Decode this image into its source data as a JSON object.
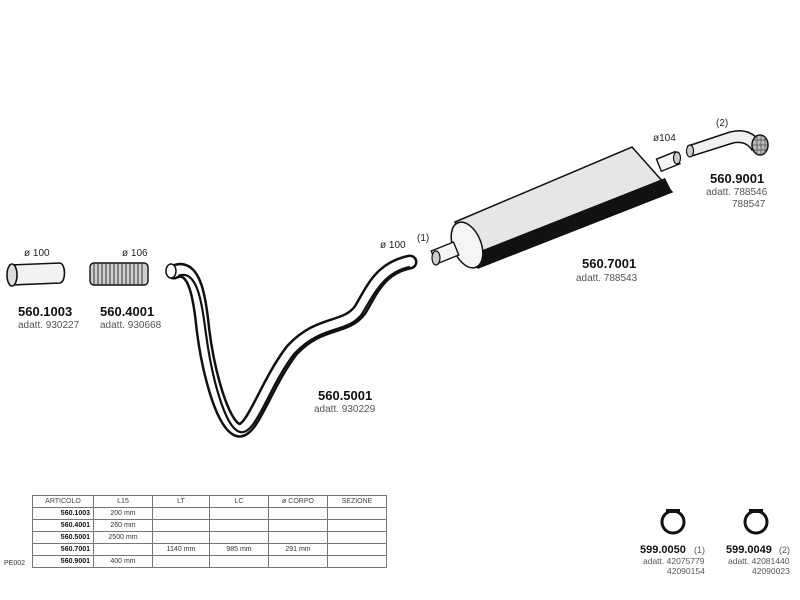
{
  "parts": {
    "p1003": {
      "code": "560.1003",
      "adatt": "adatt. 930227",
      "dim": "ø 100"
    },
    "p4001": {
      "code": "560.4001",
      "adatt": "adatt. 930668",
      "dim": "ø 106"
    },
    "p5001": {
      "code": "560.5001",
      "adatt": "adatt. 930229",
      "dim": "ø 100"
    },
    "p7001": {
      "code": "560.7001",
      "adatt": "adatt. 788543",
      "marker": "(1)",
      "dim": "ø104"
    },
    "p9001": {
      "code": "560.9001",
      "adatt1": "adatt. 788546",
      "adatt2": "788547",
      "marker": "(2)"
    },
    "clamp1": {
      "code": "599.0050",
      "marker": "(1)",
      "adatt1": "adatt. 42075779",
      "adatt2": "42090154"
    },
    "clamp2": {
      "code": "599.0049",
      "marker": "(2)",
      "adatt1": "adatt. 42081440",
      "adatt2": "42090023"
    }
  },
  "table": {
    "headers": [
      "ARTICOLO",
      "L15",
      "LT",
      "LC",
      "ø CORPO",
      "SEZIONE"
    ],
    "rows": [
      [
        "560.1003",
        "200 mm",
        "",
        "",
        "",
        ""
      ],
      [
        "560.4001",
        "260 mm",
        "",
        "",
        "",
        ""
      ],
      [
        "560.5001",
        "2500 mm",
        "",
        "",
        "",
        ""
      ],
      [
        "560.7001",
        "",
        "1140 mm",
        "985 mm",
        "291 mm",
        ""
      ],
      [
        "560.9001",
        "400 mm",
        "",
        "",
        "",
        ""
      ]
    ],
    "page_code": "PE002"
  }
}
